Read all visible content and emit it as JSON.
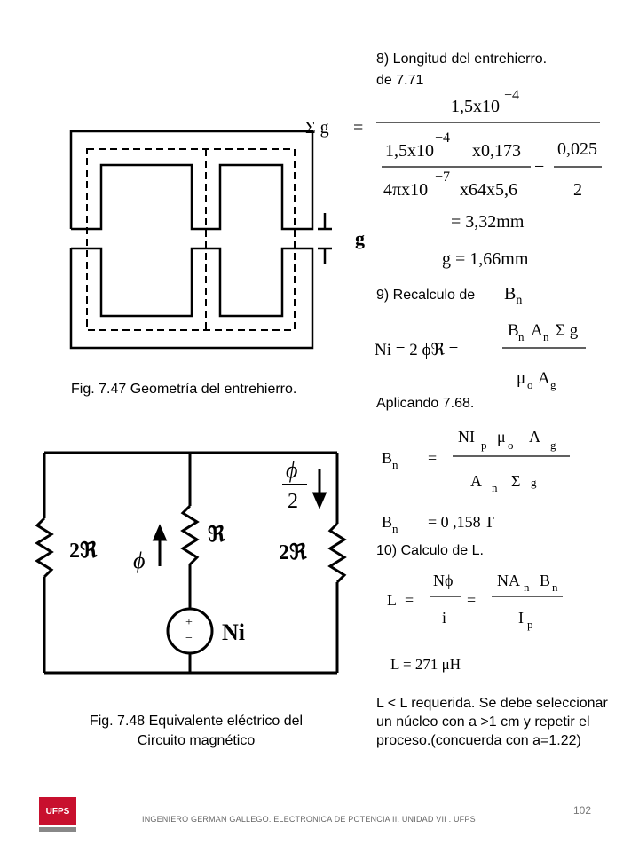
{
  "step8": {
    "heading": "8)      Longitud del entrehierro.",
    "ref": "de 7.71"
  },
  "eq8": {
    "lhs": "Σ g",
    "num": "1,5x10",
    "num_exp": "−4",
    "den1a": "1,5x10",
    "den1a_exp": "−4",
    "den1b": "x0,173",
    "den1c": "4πx10",
    "den1c_exp": "−7",
    "den1d": "x64x5,6",
    "den2n": "0,025",
    "den2d": "2",
    "res1": "= 3,32mm",
    "res2": "g = 1,66mm"
  },
  "step9": {
    "heading": "9)  Recalculo de",
    "sym": "B",
    "sub": "n",
    "apply": "Aplicando 7.68."
  },
  "eq9": {
    "lhs": "Ni = 2 ϕℜ =",
    "num": "B",
    "num_sub1": "n",
    "num_a": "A",
    "num_sub2": "n",
    "num_sg": "Σ g",
    "den": "μ",
    "den_sub": "o",
    "den_a": "A",
    "den_sub2": "g"
  },
  "eq968": {
    "lhs": "B",
    "lhs_sub": "n",
    "num": "NI",
    "num_p": "p",
    "num_mu": "μ",
    "num_o": "o",
    "num_a": "A",
    "num_g": "g",
    "den_a": "A",
    "den_n": "n",
    "den_sg": "Σ",
    "den_g": "g",
    "res": "= 0 ,158  T"
  },
  "step10": {
    "heading": "10)  Calculo de L."
  },
  "eq10": {
    "lhs": "L",
    "n1": "Nϕ",
    "d1": "i",
    "n2": "NA",
    "n2_sub": "n",
    "n2_b": "B",
    "n2_sub2": "n",
    "d2": "I",
    "d2_sub": "p",
    "res": "L  =  271  μH"
  },
  "conclusion": "L < L requerida. Se debe seleccionar un núcleo con a >1 cm y repetir el proceso.(concuerda con a=1.22)",
  "fig1": {
    "caption": "Fig.  7.47 Geometría del entrehierro.",
    "gap_label": "g"
  },
  "fig2": {
    "caption_line1": "Fig.  7.48 Equivalente eléctrico del",
    "caption_line2": "Circuito magnético",
    "r_left": "2ℜ",
    "r_mid": "ℜ",
    "r_right": "2ℜ",
    "phi": "ϕ",
    "phi_half_num": "ϕ",
    "phi_half_den": "2",
    "source": "Ni",
    "plus": "+",
    "minus": "−"
  },
  "footer": {
    "text": "INGENIERO GERMAN GALLEGO. ELECTRONICA DE POTENCIA  II. UNIDAD  VII . UFPS",
    "page": "102"
  },
  "logo": {
    "text": "UFPS"
  }
}
